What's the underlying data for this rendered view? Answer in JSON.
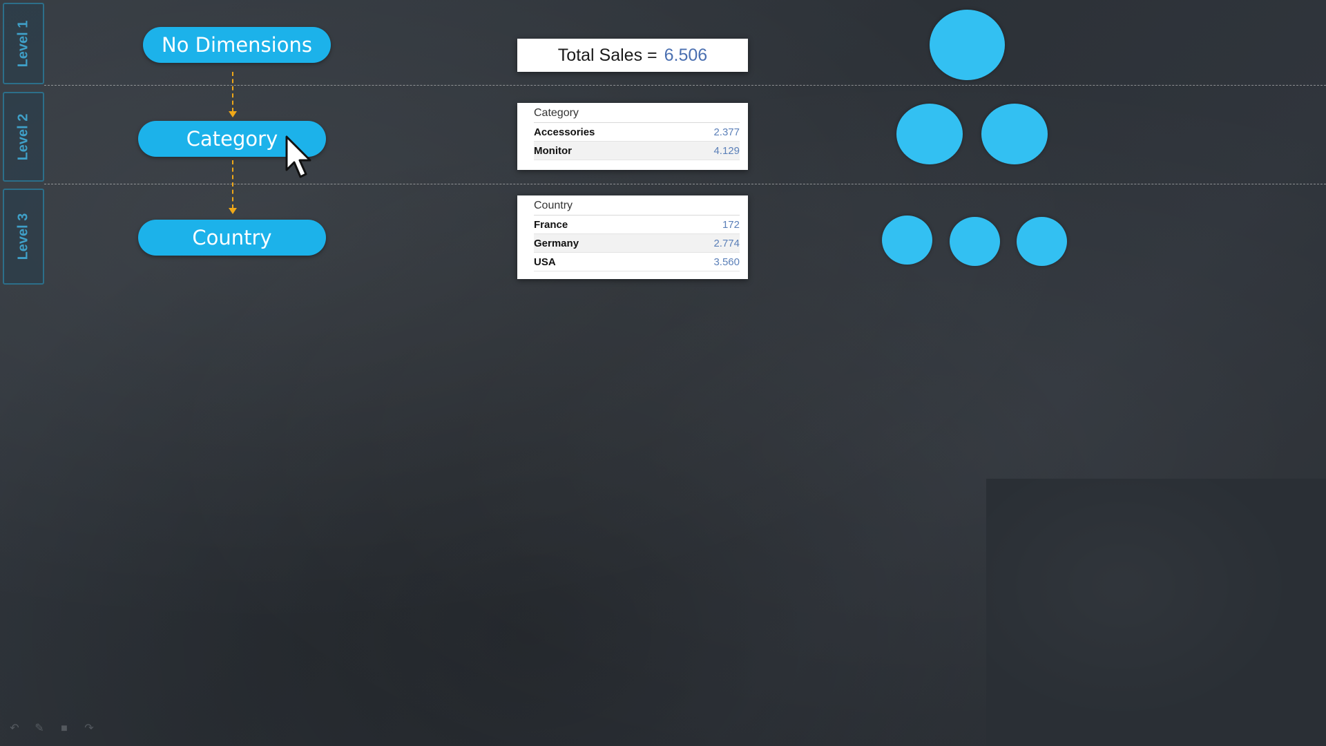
{
  "levels": [
    {
      "label": "Level 1"
    },
    {
      "label": "Level 2"
    },
    {
      "label": "Level 3"
    }
  ],
  "pills": {
    "no_dimensions": "No Dimensions",
    "category": "Category",
    "country": "Country"
  },
  "total_sales": {
    "label": "Total Sales =",
    "value": "6.506"
  },
  "category_table": {
    "header": "Category",
    "rows": [
      {
        "name": "Accessories",
        "value": "2.377"
      },
      {
        "name": "Monitor",
        "value": "4.129"
      }
    ]
  },
  "country_table": {
    "header": "Country",
    "rows": [
      {
        "name": "France",
        "value": "172"
      },
      {
        "name": "Germany",
        "value": "2.774"
      },
      {
        "name": "USA",
        "value": "3.560"
      }
    ]
  },
  "colors": {
    "pill": "#1cb2ea",
    "circle": "#33c0f2",
    "arrow": "#f0a818",
    "value_text": "#4a6fb0"
  },
  "icons": [
    "undo-icon",
    "pen-icon",
    "square-icon",
    "redo-icon",
    "cursor-arrow-icon"
  ]
}
